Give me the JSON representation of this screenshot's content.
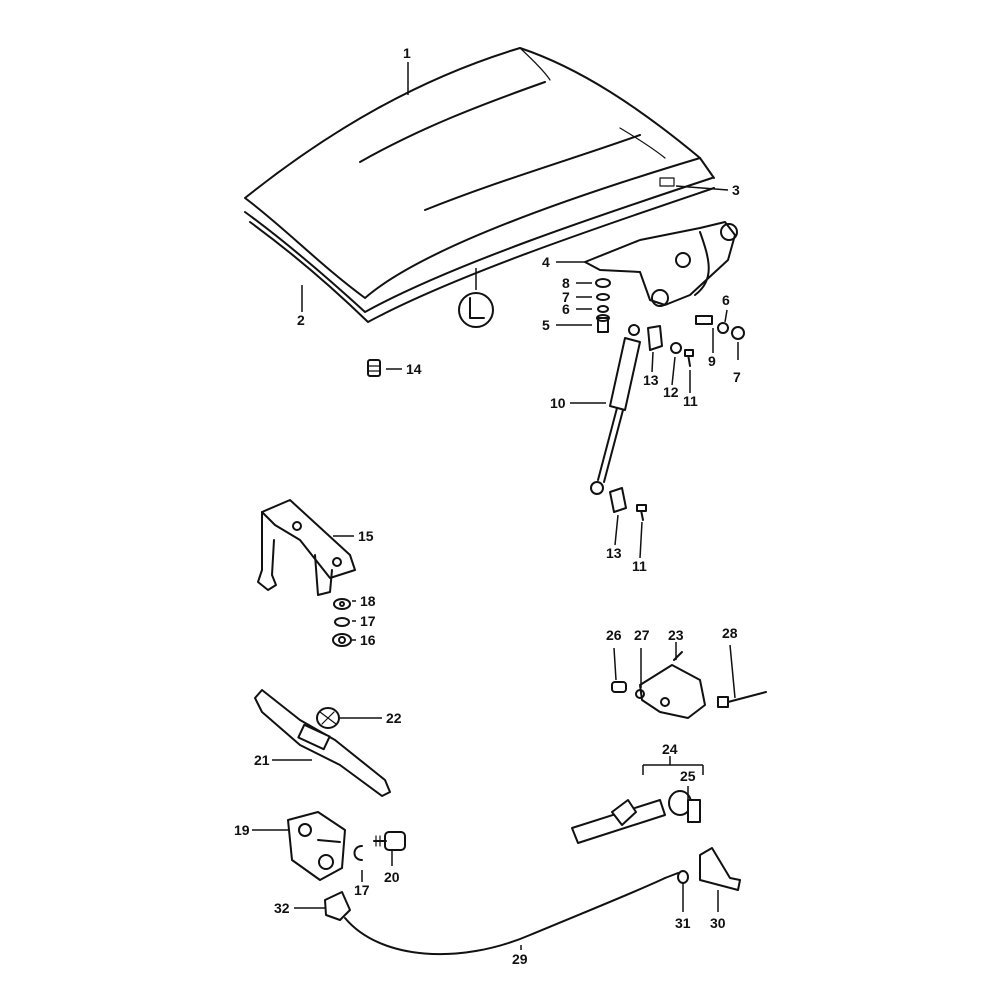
{
  "callouts": {
    "c1": "1",
    "c2": "2",
    "c3": "3",
    "c4": "4",
    "c5": "5",
    "c6a": "6",
    "c6b": "6",
    "c7a": "7",
    "c7b": "7",
    "c8": "8",
    "c9": "9",
    "c10": "10",
    "c11a": "11",
    "c11b": "11",
    "c12": "12",
    "c13a": "13",
    "c13b": "13",
    "c14": "14",
    "c15": "15",
    "c16": "16",
    "c17a": "17",
    "c17b": "17",
    "c18": "18",
    "c19": "19",
    "c20": "20",
    "c21": "21",
    "c22": "22",
    "c23": "23",
    "c24": "24",
    "c25": "25",
    "c26": "26",
    "c27": "27",
    "c28": "28",
    "c29": "29",
    "c30": "30",
    "c31": "31",
    "c32": "32"
  },
  "icons": {
    "symbol": "front-hood-symbol-icon"
  }
}
